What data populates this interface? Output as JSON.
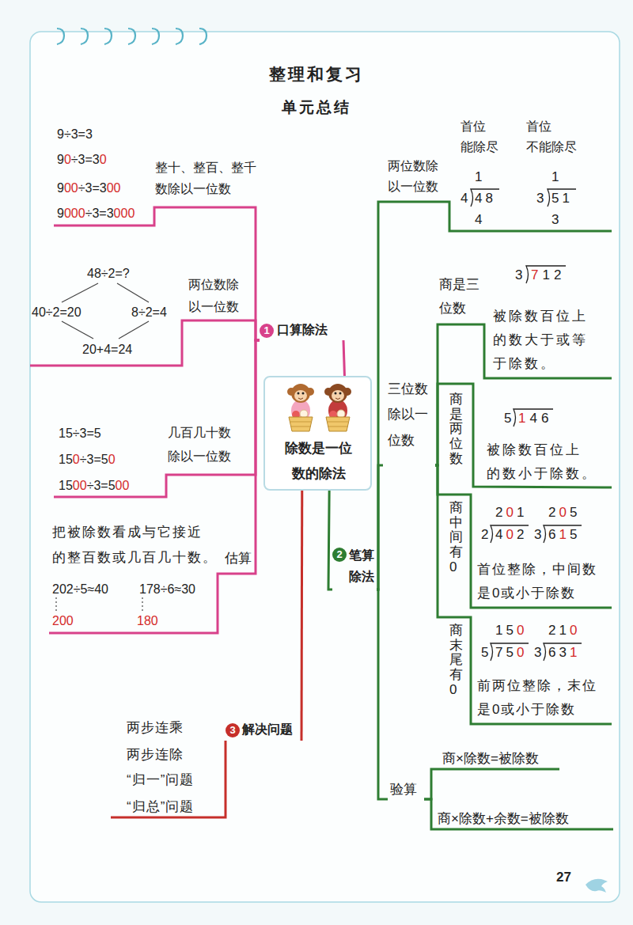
{
  "diagram": {
    "title": "整理和复习",
    "nodes": [
      {
        "text": [
          "除数是一位 数的除法"
        ]
      },
      {
        "text": [
          "1",
          "口算除法"
        ]
      },
      {
        "text": [
          "9÷3=3",
          "90÷3=30",
          "900÷3=300",
          "9000÷3=3000",
          "整十、整百、整千 数除以一位数"
        ]
      },
      {
        "text": [
          "48÷2=?",
          "40÷2=20",
          "8÷2=4",
          "20+4=24",
          "两位数除 以一位数"
        ]
      },
      {
        "text": [
          "15÷3=5",
          "150÷3=50",
          "1500÷3=500",
          "几百几十数 除以一位数"
        ]
      },
      {
        "text": [
          "把被除数看成与它接近 的整百数或几百几十数。",
          "估算",
          "202÷5≈40",
          "178÷6≈30",
          "200",
          "180"
        ]
      },
      {
        "text": [
          "2",
          "笔算 除法"
        ]
      },
      {
        "text": [
          "两位数除 以一位数",
          "首位 能除尽",
          "首位 不能除尽",
          "1",
          "4",
          "48",
          "4",
          "1",
          "3",
          "51",
          "3"
        ]
      },
      {
        "text": [
          "三位数 除以一 位数"
        ]
      },
      {
        "text": [
          "商是三 位数",
          "3",
          "712",
          "被除数百位上 的数大于或等 于除数。"
        ]
      },
      {
        "text": [
          "商是两位数",
          "5",
          "146",
          "被除数百位上 的数小于除数。"
        ]
      },
      {
        "text": [
          "商中间有0",
          "201",
          "2",
          "402",
          "205",
          "3",
          "615",
          "首位整除，中间数 是0或小于除数"
        ]
      },
      {
        "text": [
          "商末尾有0",
          "150",
          "5",
          "750",
          "210",
          "3",
          "631",
          "前两位整除，末位 是0或小于除数"
        ]
      },
      {
        "text": [
          "验算"
        ]
      },
      {
        "text": [
          "商×除数=被除数"
        ]
      },
      {
        "text": [
          "商×除数+余数=被除数"
        ]
      },
      {
        "text": [
          "3",
          "解决问题"
        ]
      },
      {
        "text": [
          "两步连乘",
          "两步连除",
          "“归一”问题",
          "“归总”问题"
        ]
      }
    ],
    "edges": [
      {
        "from": 0,
        "to": 1,
        "arrow": "none"
      },
      {
        "from": 1,
        "to": 2,
        "arrow": "none"
      },
      {
        "from": 1,
        "to": 3,
        "arrow": "none"
      },
      {
        "from": 1,
        "to": 4,
        "arrow": "none"
      },
      {
        "from": 1,
        "to": 5,
        "arrow": "none"
      },
      {
        "from": 0,
        "to": 6,
        "arrow": "none"
      },
      {
        "from": 6,
        "to": 7,
        "arrow": "none"
      },
      {
        "from": 6,
        "to": 8,
        "arrow": "none"
      },
      {
        "from": 8,
        "to": 9,
        "arrow": "none"
      },
      {
        "from": 8,
        "to": 10,
        "arrow": "none"
      },
      {
        "from": 8,
        "to": 11,
        "arrow": "none"
      },
      {
        "from": 8,
        "to": 12,
        "arrow": "none"
      },
      {
        "from": 6,
        "to": 13,
        "arrow": "none"
      },
      {
        "from": 13,
        "to": 14,
        "arrow": "none"
      },
      {
        "from": 13,
        "to": 15,
        "arrow": "none"
      },
      {
        "from": 0,
        "to": 16,
        "arrow": "none"
      },
      {
        "from": 16,
        "to": 17,
        "arrow": "none"
      }
    ],
    "labels": [
      "单元总结",
      "27"
    ]
  }
}
